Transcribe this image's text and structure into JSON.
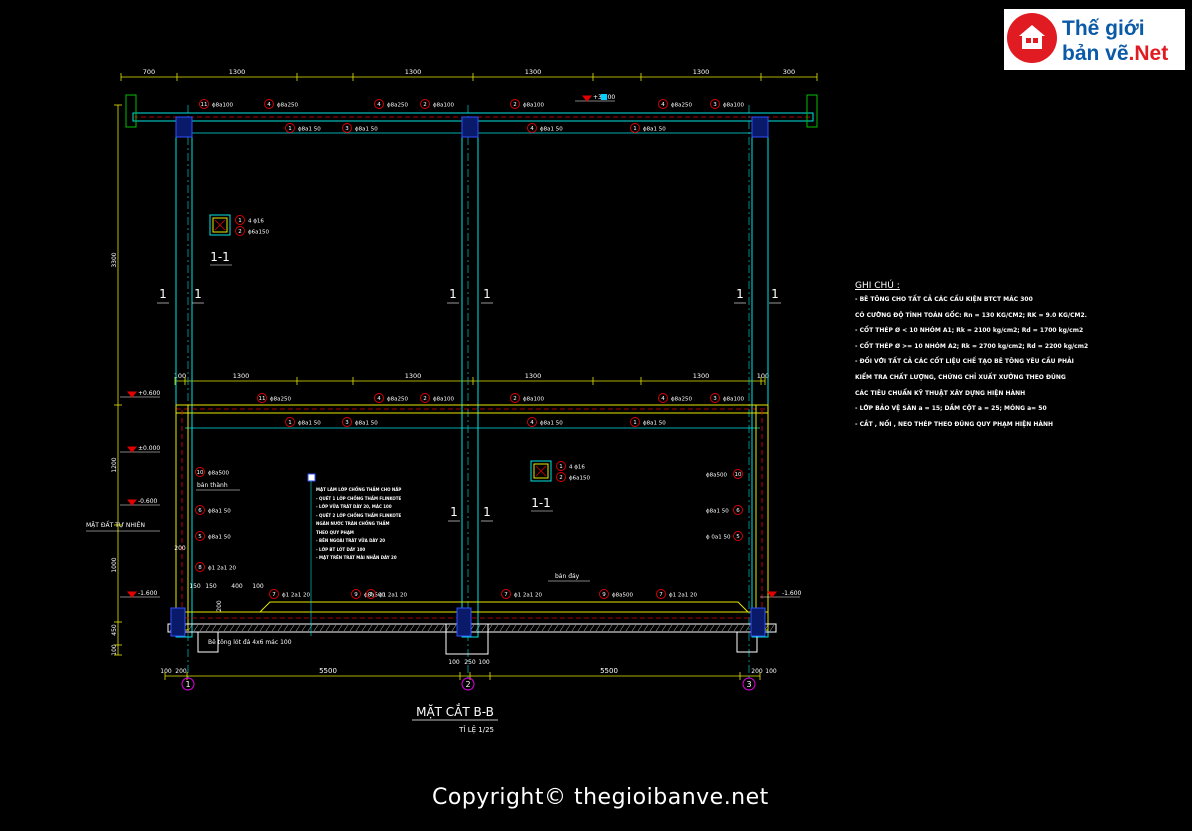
{
  "logo": {
    "line1": "Thế giới",
    "line2_main": "bản vẽ",
    "line2_suffix": ".Net"
  },
  "drawing": {
    "title": "MẶT CẮT B-B",
    "scale": "TỈ LỆ 1/25",
    "dims_top": [
      "700",
      "1300",
      "1300",
      "1300",
      "1300",
      "300"
    ],
    "dims_mid": [
      "100",
      "1300",
      "1300",
      "1300",
      "1300",
      "100"
    ],
    "dims_bottom_small": [
      "100",
      "200",
      "100",
      "250",
      "100",
      "200",
      "100"
    ],
    "dims_bottom_main": [
      "5500",
      "5500"
    ],
    "dims_left": [
      "3300",
      "1200",
      "1000",
      "450",
      "100"
    ],
    "dims_local": [
      "200",
      "150",
      "150",
      "400",
      "100",
      "200"
    ],
    "levels": {
      "top": "+3.900",
      "l1": "+0.600",
      "l2": "±0.000",
      "l3": "-0.600",
      "l4": "-1.600",
      "l4r": "-1.600"
    },
    "ground_label": "MẶT ĐẤT TỰ NHIÊN",
    "label_wall": "bản thành",
    "label_floor": "bản đáy",
    "lean_concrete": "Bê tông lót đá 4x6 mác 100",
    "axes": [
      "1",
      "2",
      "3"
    ],
    "section_marks": "1",
    "detail_label": "1-1",
    "detail_rebar": {
      "b1": "1",
      "t1": "4 ϕ16",
      "b2": "2",
      "t2": "ϕ6a150"
    },
    "rebar_top_row": [
      {
        "n": "11",
        "t": "ϕ8a100"
      },
      {
        "n": "4",
        "t": "ϕ8a250"
      },
      {
        "n": "4",
        "t": "ϕ8a250"
      },
      {
        "n": "2",
        "t": "ϕ8a100"
      },
      {
        "n": "2",
        "t": "ϕ8a100"
      },
      {
        "n": "4",
        "t": "ϕ8a250"
      },
      {
        "n": "3",
        "t": "ϕ8a100"
      }
    ],
    "rebar_top_bot": [
      {
        "n": "1",
        "t": "ϕ8a1 50"
      },
      {
        "n": "3",
        "t": "ϕ8a1 50"
      },
      {
        "n": "4",
        "t": "ϕ8a1 50"
      },
      {
        "n": "1",
        "t": "ϕ8a1 50"
      }
    ],
    "rebar_mid_row": [
      {
        "n": "11",
        "t": "ϕ8a250"
      },
      {
        "n": "4",
        "t": "ϕ8a250"
      },
      {
        "n": "2",
        "t": "ϕ8a100"
      },
      {
        "n": "2",
        "t": "ϕ8a100"
      },
      {
        "n": "4",
        "t": "ϕ8a250"
      },
      {
        "n": "3",
        "t": "ϕ8a100"
      }
    ],
    "rebar_mid_bot": [
      {
        "n": "1",
        "t": "ϕ8a1 50"
      },
      {
        "n": "3",
        "t": "ϕ8a1 50"
      },
      {
        "n": "4",
        "t": "ϕ8a1 50"
      },
      {
        "n": "1",
        "t": "ϕ8a1 50"
      }
    ],
    "rebar_wall_left": [
      {
        "n": "10",
        "t": "ϕ8a500"
      },
      {
        "n": "6",
        "t": "ϕ8a1 50"
      },
      {
        "n": "5",
        "t": "ϕ8a1 50"
      },
      {
        "n": "8",
        "t": "ϕ1 2a1 20"
      }
    ],
    "rebar_wall_right": [
      {
        "n": "10",
        "t": "ϕ8a500"
      },
      {
        "n": "6",
        "t": "ϕ8a1 50"
      },
      {
        "n": "5",
        "t": "ϕ 0a1 50"
      }
    ],
    "rebar_floor": [
      {
        "n": "7",
        "t": "ϕ1 2a1 20"
      },
      {
        "n": "9",
        "t": "ϕ8a500"
      },
      {
        "n": "7",
        "t": "ϕ1 2a1 20"
      },
      {
        "n": "7",
        "t": "ϕ1 2a1 20"
      },
      {
        "n": "9",
        "t": "ϕ8a500"
      },
      {
        "n": "7",
        "t": "ϕ1 2a1 20"
      }
    ],
    "spec_text": [
      "MẶT LÀM LỚP CHỐNG THẤM CHO NẮP",
      "- QUÉT 1 LỚP CHỐNG THẤM FLINKOTE",
      "- LỚP VỮA TRÁT DÀY 20, MÁC 100",
      "- QUÉT 2 LỚP CHỐNG THẤM FLINKOTE",
      "  NGĂN NƯỚC TRÀN CHỐNG THẤM",
      "  THEO QUY PHẠM",
      "- BÊN NGOÀI TRÁT VỮA DÀY 20",
      "- LỚP BT LÓT DÀY 100",
      "- MẶT TRÊN TRÁT MÀI NHẴN DÀY 20"
    ]
  },
  "notes": {
    "title": "GHI CHÚ :",
    "lines": [
      "- BÊ TÔNG CHO TẤT CẢ CÁC CẤU KIỆN BTCT MÁC 300",
      "  CÓ CƯỜNG ĐỘ TÍNH TOÁN GỐC: Rn = 130 KG/CM2; RK = 9.0 KG/CM2.",
      "- CỐT THÉP Ø < 10 NHÓM A1; Rk = 2100 kg/cm2; Rd = 1700 kg/cm2",
      "- CỐT THÉP Ø >= 10 NHÓM A2; Rk = 2700 kg/cm2; Rd = 2200 kg/cm2",
      "- ĐỐI VỚI TẤT CẢ CÁC CỐT LIỆU CHẾ TẠO BÊ TÔNG YÊU CẦU PHẢI",
      "  KIỂM TRA CHẤT LƯỢNG, CHỨNG CHỈ XUẤT XƯỞNG THEO ĐÚNG",
      "  CÁC TIÊU CHUẨN KỸ THUẬT XÂY DỰNG HIỆN HÀNH",
      "- LỚP BẢO VỆ SÀN a = 15; DẦM CỘT a = 25; MÓNG a= 50",
      "- CẮT , NỐI , NEO THÉP THEO ĐÚNG QUY PHẠM HIỆN HÀNH"
    ]
  },
  "copyright": "Copyright© thegioibanve.net",
  "colors": {
    "background": "#000000",
    "cyan": "#00e5e5",
    "yellow": "#e8e800",
    "green": "#00c000",
    "red": "#e00000",
    "magenta": "#e000e0",
    "blue": "#3050ff",
    "white": "#ffffff",
    "orange": "#ff9900"
  }
}
